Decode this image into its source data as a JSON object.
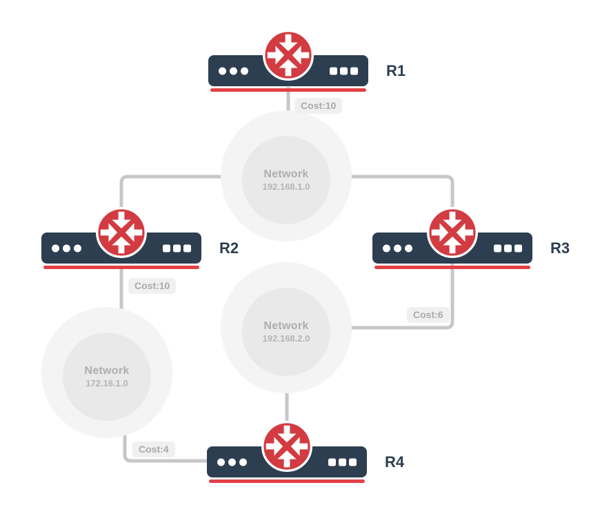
{
  "diagram": {
    "type": "network-topology",
    "colors": {
      "router_body": "#2d3e50",
      "icon_red": "#d23b41",
      "underline_red": "#e24046",
      "line_gray": "#c7c7c7",
      "cloud_outer": "#f4f4f4",
      "cloud_inner": "#e9e9e9",
      "badge_bg": "#f0f0f0",
      "badge_text": "#a9a9a9",
      "label_dark": "#2d3e50"
    },
    "routers": [
      {
        "label": "R1"
      },
      {
        "label": "R2"
      },
      {
        "label": "R3"
      },
      {
        "label": "R4"
      }
    ],
    "networks": [
      {
        "name": "Network",
        "ip": "192.168.1.0"
      },
      {
        "name": "Network",
        "ip": "192.168.2.0"
      },
      {
        "name": "Network",
        "ip": "172.16.1.0"
      }
    ],
    "links": [
      {
        "between": "R1 - 192.168.1.0",
        "cost_label": "Cost:10"
      },
      {
        "between": "R2 - 172.16.1.0",
        "cost_label": "Cost:10"
      },
      {
        "between": "R3 - 192.168.2.0",
        "cost_label": "Cost:6"
      },
      {
        "between": "172.16.1.0 - R4",
        "cost_label": "Cost:4"
      },
      {
        "between": "192.168.1.0 - R2",
        "cost_label": ""
      },
      {
        "between": "192.168.1.0 - R3",
        "cost_label": ""
      },
      {
        "between": "192.168.2.0 - R4",
        "cost_label": ""
      }
    ]
  }
}
